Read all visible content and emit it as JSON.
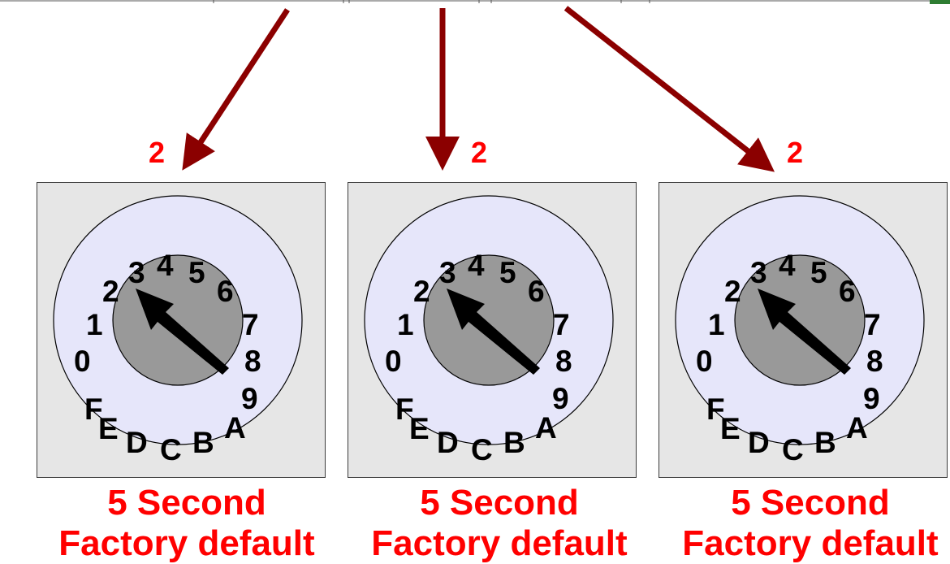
{
  "switches": [
    {
      "setting_label": "2",
      "caption_line1": "5 Second",
      "caption_line2": "Factory default",
      "dial_positions": [
        "0",
        "1",
        "2",
        "3",
        "4",
        "5",
        "6",
        "7",
        "8",
        "9",
        "A",
        "B",
        "C",
        "D",
        "E",
        "F"
      ]
    },
    {
      "setting_label": "2",
      "caption_line1": "5 Second",
      "caption_line2": "Factory default",
      "dial_positions": [
        "0",
        "1",
        "2",
        "3",
        "4",
        "5",
        "6",
        "7",
        "8",
        "9",
        "A",
        "B",
        "C",
        "D",
        "E",
        "F"
      ]
    },
    {
      "setting_label": "2",
      "caption_line1": "5 Second",
      "caption_line2": "Factory default",
      "dial_positions": [
        "0",
        "1",
        "2",
        "3",
        "4",
        "5",
        "6",
        "7",
        "8",
        "9",
        "A",
        "B",
        "C",
        "D",
        "E",
        "F"
      ]
    }
  ],
  "colors": {
    "label_red": "#ff0000",
    "arrow_dark_red": "#8b0000",
    "dial_face": "#e6e6fa",
    "knob_gray": "#999999",
    "panel_gray": "#e6e6e6"
  }
}
